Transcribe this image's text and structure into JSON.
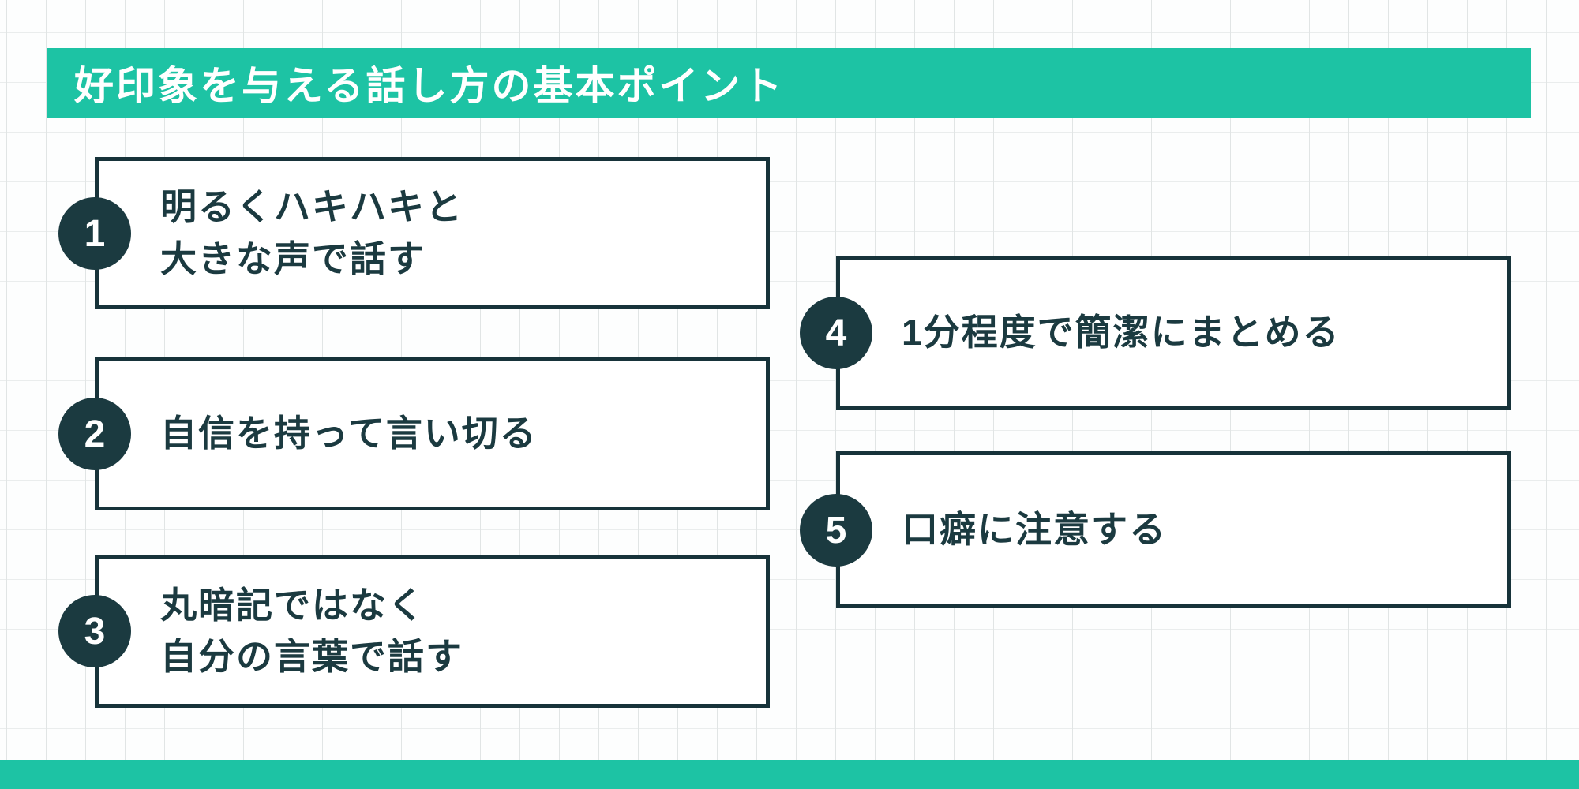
{
  "title": {
    "text": "好印象を与える話し方の基本ポイント"
  },
  "points": [
    {
      "number": "1",
      "text": "明るくハキハキと\n大きな声で話す"
    },
    {
      "number": "2",
      "text": "自信を持って言い切る"
    },
    {
      "number": "3",
      "text": "丸暗記ではなく\n自分の言葉で話す"
    },
    {
      "number": "4",
      "text": "1分程度で簡潔にまとめる"
    },
    {
      "number": "5",
      "text": "口癖に注意する"
    }
  ],
  "colors": {
    "accent": "#1dc3a4",
    "dark": "#1b3a40",
    "border": "#17333a",
    "paper": "#fdfefe",
    "grid_line": "#e1e5e5"
  }
}
